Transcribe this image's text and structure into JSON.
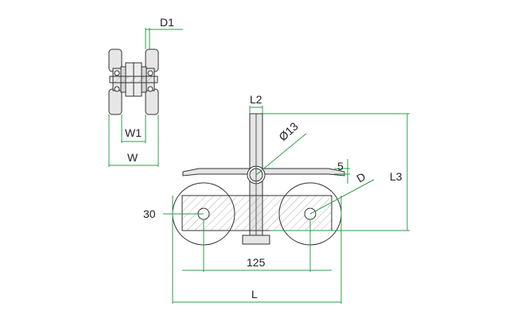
{
  "labels": {
    "d1": "D1",
    "w1": "W1",
    "w": "W",
    "l2": "L2",
    "dia13": "Ø13",
    "five": "5",
    "d": "D",
    "l3": "L3",
    "thirty": "30",
    "one25": "125",
    "l": "L"
  },
  "colors": {
    "outline": "#333333",
    "dimension": "#2e9e4a",
    "fill": "#e6e6e6",
    "hatch": "#7a7a7a"
  }
}
